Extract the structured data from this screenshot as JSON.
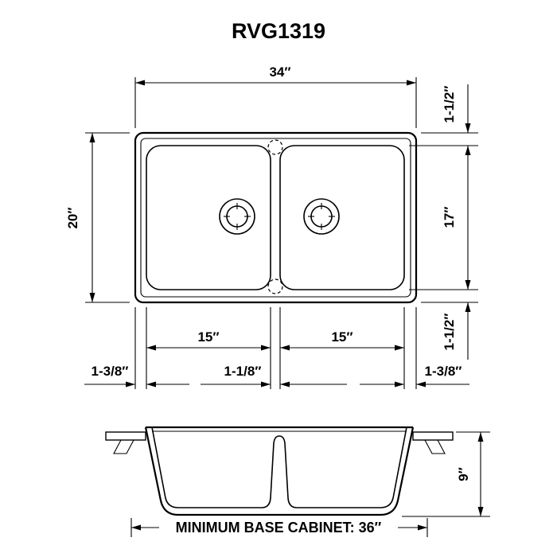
{
  "title": "RVG1319",
  "colors": {
    "line": "#000000",
    "background": "#ffffff"
  },
  "top_view": {
    "width": "34″",
    "overall_height": "20″",
    "top_rim": "1-1/2″",
    "bowl_length": "17″",
    "bottom_rim": "1-1/2″",
    "left_bowl_width": "15″",
    "right_bowl_width": "15″",
    "left_edge": "1-3/8″",
    "center_divider": "1-1/8″",
    "right_edge": "1-3/8″"
  },
  "side_view": {
    "depth": "9″",
    "cabinet_note": "MINIMUM BASE CABINET: 36″"
  }
}
